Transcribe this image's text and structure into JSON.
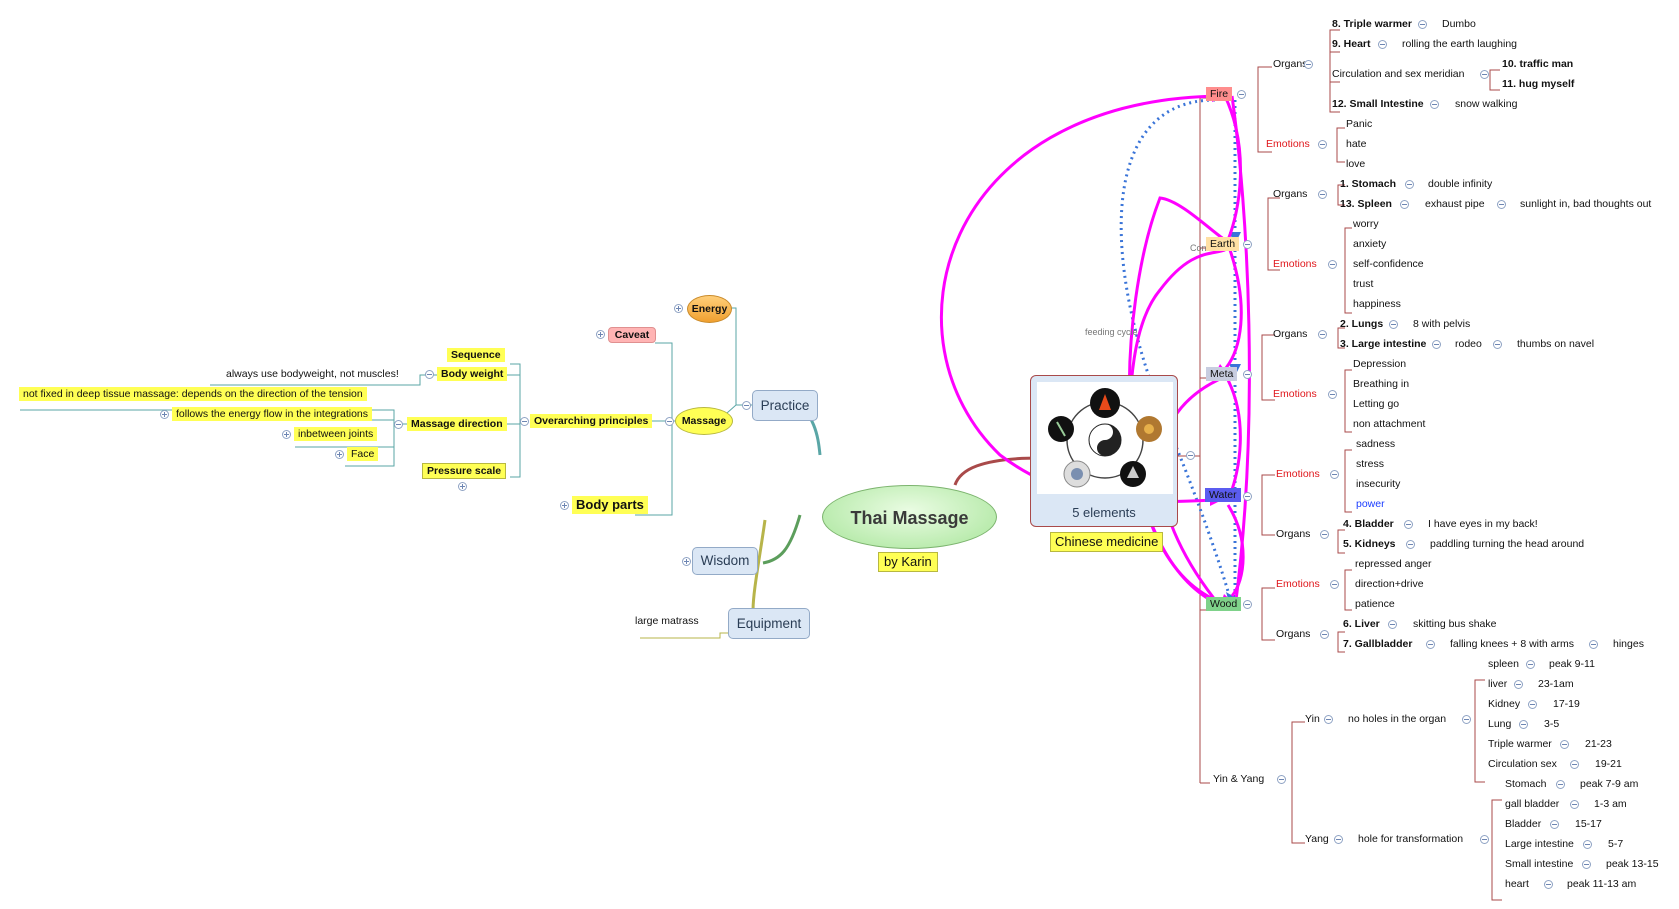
{
  "colors": {
    "pink_arrows": "#ff00ff",
    "dotted_blue": "#3a74d8",
    "fire": "#ff8d8d",
    "earth": "#ffe0a4",
    "meta": "#c8cde0",
    "water": "#5b5cf0",
    "wood": "#7fd28a"
  },
  "center": {
    "title": "Thai Massage",
    "subtitle": "by Karin"
  },
  "practice": {
    "label": "Practice",
    "energy": "Energy",
    "caveat": "Caveat",
    "massage": "Massage",
    "overarching": "Overarching principles",
    "sequence": "Sequence",
    "body_weight": "Body weight",
    "body_weight_note": "always use bodyweight, not muscles!",
    "massage_direction": "Massage direction",
    "md_items": [
      "not fixed in deep tissue massage: depends on the direction of the tension",
      "follows the energy flow in the integrations",
      "inbetween joints",
      "Face"
    ],
    "pressure_scale": "Pressure scale",
    "body_parts": "Body parts"
  },
  "wisdom": "Wisdom",
  "equipment": {
    "label": "Equipment",
    "note": "large matrass"
  },
  "chinese": {
    "image_caption": "5 elements",
    "label": "Chinese medicine",
    "feeding": "feeding cycle",
    "control": "Control"
  },
  "fire": {
    "label": "Fire",
    "organs_label": "Organs",
    "organs": [
      {
        "name": "8. Triple warmer",
        "note": "Dumbo"
      },
      {
        "name": "9. Heart",
        "note": "rolling the earth laughing"
      },
      {
        "name": "Circulation and sex meridian",
        "subs": [
          "10. traffic man",
          "11. hug myself"
        ]
      },
      {
        "name": "12. Small Intestine",
        "note": "snow walking"
      }
    ],
    "emotions_label": "Emotions",
    "emotions": [
      "Panic",
      "hate",
      "love"
    ]
  },
  "earth": {
    "label": "Earth",
    "organs_label": "Organs",
    "organs": [
      {
        "name": "1. Stomach",
        "note": "double infinity"
      },
      {
        "name": "13. Spleen",
        "note": "exhaust pipe",
        "extra": "sunlight in, bad thoughts out"
      }
    ],
    "emotions_label": "Emotions",
    "emotions": [
      "worry",
      "anxiety",
      "self-confidence",
      "trust",
      "happiness"
    ]
  },
  "meta": {
    "label": "Meta",
    "organs_label": "Organs",
    "organs": [
      {
        "name": "2. Lungs",
        "note": "8 with pelvis"
      },
      {
        "name": "3. Large intestine",
        "note": "rodeo",
        "extra": "thumbs on navel"
      }
    ],
    "emotions_label": "Emotions",
    "emotions": [
      "Depression",
      "Breathing in",
      "Letting go",
      "non attachment"
    ]
  },
  "water": {
    "label": "Water",
    "emotions_label": "Emotions",
    "emotions": [
      "sadness",
      "stress",
      "insecurity",
      "power"
    ],
    "organs_label": "Organs",
    "organs": [
      {
        "name": "4. Bladder",
        "note": "I have eyes in my back!"
      },
      {
        "name": "5. Kidneys",
        "note": "paddling turning the head around"
      }
    ]
  },
  "wood": {
    "label": "Wood",
    "emotions_label": "Emotions",
    "emotions": [
      "repressed anger",
      "direction+drive",
      "patience"
    ],
    "organs_label": "Organs",
    "organs": [
      {
        "name": "6. Liver",
        "note": "skitting bus shake"
      },
      {
        "name": "7. Gallbladder",
        "note": "falling knees + 8 with arms",
        "extra": "hinges"
      }
    ]
  },
  "yinyang": {
    "label": "Yin & Yang",
    "yin": {
      "label": "Yin",
      "desc": "no holes in the organ",
      "items": [
        {
          "name": "spleen",
          "peak": "peak 9-11"
        },
        {
          "name": "liver",
          "peak": "23-1am"
        },
        {
          "name": "Kidney",
          "peak": "17-19"
        },
        {
          "name": "Lung",
          "peak": "3-5"
        },
        {
          "name": "Triple warmer",
          "peak": "21-23"
        },
        {
          "name": "Circulation sex",
          "peak": "19-21"
        }
      ]
    },
    "yang": {
      "label": "Yang",
      "desc": "hole for transformation",
      "items": [
        {
          "name": "Stomach",
          "peak": "peak 7-9 am"
        },
        {
          "name": "gall bladder",
          "peak": "1-3 am"
        },
        {
          "name": "Bladder",
          "peak": "15-17"
        },
        {
          "name": "Large intestine",
          "peak": "5-7"
        },
        {
          "name": "Small intestine",
          "peak": "peak 13-15"
        },
        {
          "name": "heart",
          "peak": "peak 11-13 am"
        }
      ]
    }
  }
}
